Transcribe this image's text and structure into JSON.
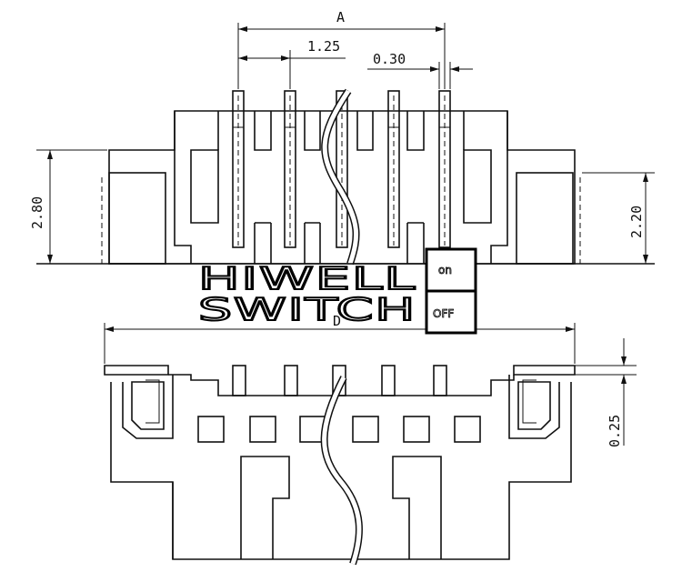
{
  "dimensions": {
    "a": "A",
    "pitch": "1.25",
    "pin_width": "0.30",
    "height_total": "2.80",
    "height_body": "2.20",
    "d": "D",
    "offset": "0.25"
  },
  "watermark": {
    "line1": "HIWELL",
    "line2": "SWITCH",
    "on": "on",
    "off": "OFF"
  }
}
